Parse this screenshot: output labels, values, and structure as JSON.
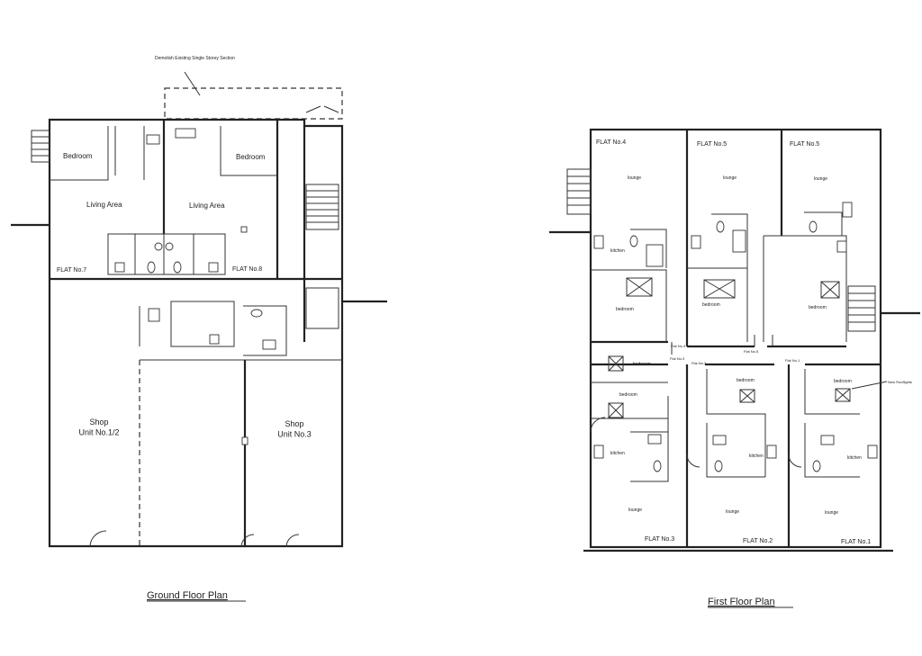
{
  "annotation_note": "Demolish Existing Single Storey Section",
  "ground_floor": {
    "title": "Ground Floor Plan",
    "rooms": {
      "bedroom_left": "Bedroom",
      "bedroom_right": "Bedroom",
      "living_left": "Living Area",
      "living_right": "Living Area",
      "flat7": "FLAT No.7",
      "flat8": "FLAT No.8",
      "shop12": "Shop\nUnit No.1/2",
      "shop3": "Shop\nUnit No.3"
    }
  },
  "first_floor": {
    "title": "First Floor Plan",
    "flats": {
      "flat4": "FLAT No.4",
      "flat5a": "FLAT No.5",
      "flat5b": "FLAT No.5",
      "flat3": "FLAT No.3",
      "flat2": "FLAT No.2",
      "flat1": "FLAT No.1"
    },
    "rooms": {
      "lounge": "lounge",
      "bedroom": "bedroom",
      "kitchen": "kitchen"
    },
    "entrances": {
      "flat4": "Flat No.4",
      "flat5": "Flat No.5",
      "flat3": "Flat No.3",
      "flat2": "Flat No.2",
      "flat1": "Flat No.1"
    },
    "note": "New Rooflights"
  }
}
